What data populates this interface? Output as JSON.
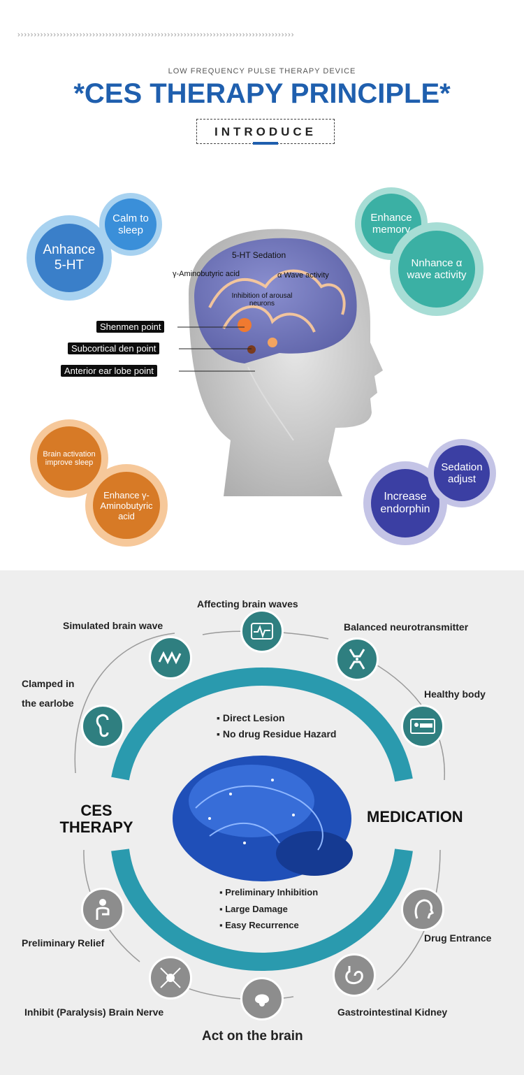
{
  "header": {
    "arrows": "›››››››››››››››››››››››››››››››››››››››››››››››››››››››››››››››››››››››››››››››››››››",
    "subtitle": "LOW FREQUENCY PULSE THERAPY DEVICE",
    "title": "*CES THERAPY PRINCIPLE*",
    "introduce": "INTRODUCE"
  },
  "bubbles": {
    "calm_sleep": "Calm to sleep",
    "anhance_5ht": "Anhance 5-HT",
    "enhance_memory": "Enhance memory",
    "nnhance_alpha": "Nnhance α wave activity",
    "brain_activation": "Brain activation improve sleep",
    "enhance_gaba": "Enhance γ-Aminobutyric acid",
    "sedation_adjust": "Sedation adjust",
    "increase_endorphin": "Increase endorphin"
  },
  "head": {
    "labels": {
      "sedation": "5-HT Sedation",
      "gaba": "γ-Aminobutyric acid",
      "alpha": "α Wave activity",
      "inhibition": "Inhibition of arousal neurons"
    },
    "callouts": {
      "shenmen": "Shenmen point",
      "subcortical": "Subcortical den point",
      "anterior": "Anterior ear lobe point"
    }
  },
  "cycle": {
    "affecting": "Affecting brain waves",
    "simulated": "Simulated brain wave",
    "balanced": "Balanced neurotransmitter",
    "clamped_line1": "Clamped in",
    "clamped_line2": "the earlobe",
    "healthy": "Healthy body",
    "ces_line1": "CES",
    "ces_line2": "THERAPY",
    "medication": "MEDICATION",
    "ces_points": [
      "Direct Lesion",
      "No drug Residue Hazard"
    ],
    "med_points": [
      "Preliminary Inhibition",
      "Large Damage",
      "Easy Recurrence"
    ],
    "preliminary_relief": "Preliminary Relief",
    "drug_entrance": "Drug Entrance",
    "inhibit": "Inhibit (Paralysis) Brain Nerve",
    "gastro": "Gastrointestinal Kidney",
    "act": "Act on the brain"
  },
  "colors": {
    "title_blue": "#1f5fae",
    "teal": "#2f7f80",
    "ring": "#2a9aae",
    "grey": "#8d8d8d"
  }
}
